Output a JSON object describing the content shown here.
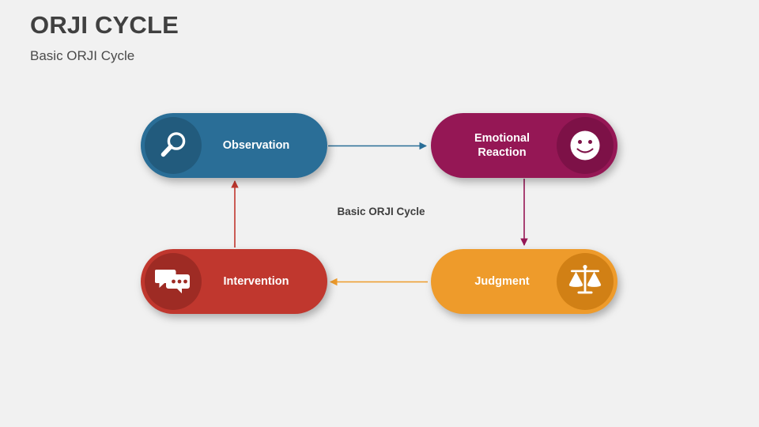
{
  "header": {
    "title": "ORJI CYCLE",
    "subtitle": "Basic ORJI Cycle"
  },
  "diagram": {
    "center_caption": "Basic ORJI Cycle",
    "background_color": "#f1f1f1",
    "nodes": [
      {
        "id": "observation",
        "label": "Observation",
        "icon": "magnifier-icon",
        "icon_side": "left",
        "color": "#2a6e97",
        "icon_badge_color": "#225b7d"
      },
      {
        "id": "emotional-reaction",
        "label": "Emotional\nReaction",
        "label_line1": "Emotional",
        "label_line2": "Reaction",
        "icon": "smiley-face-icon",
        "icon_side": "right",
        "color": "#951755",
        "icon_badge_color": "#7d1147"
      },
      {
        "id": "judgment",
        "label": "Judgment",
        "icon": "scales-of-justice-icon",
        "icon_side": "right",
        "color": "#ee9b2b",
        "icon_badge_color": "#d18015"
      },
      {
        "id": "intervention",
        "label": "Intervention",
        "icon": "chat-bubbles-icon",
        "icon_side": "left",
        "color": "#c0372e",
        "icon_badge_color": "#9e2b24"
      }
    ],
    "arrows": [
      {
        "id": "observation-to-emotional",
        "from": "observation",
        "to": "emotional-reaction",
        "direction": "right",
        "color": "#2a6e97"
      },
      {
        "id": "emotional-to-judgment",
        "from": "emotional-reaction",
        "to": "judgment",
        "direction": "down",
        "color": "#951755"
      },
      {
        "id": "judgment-to-intervention",
        "from": "judgment",
        "to": "intervention",
        "direction": "left",
        "color": "#ee9b2b"
      },
      {
        "id": "intervention-to-observation",
        "from": "intervention",
        "to": "observation",
        "direction": "up",
        "color": "#c0372e"
      }
    ]
  }
}
